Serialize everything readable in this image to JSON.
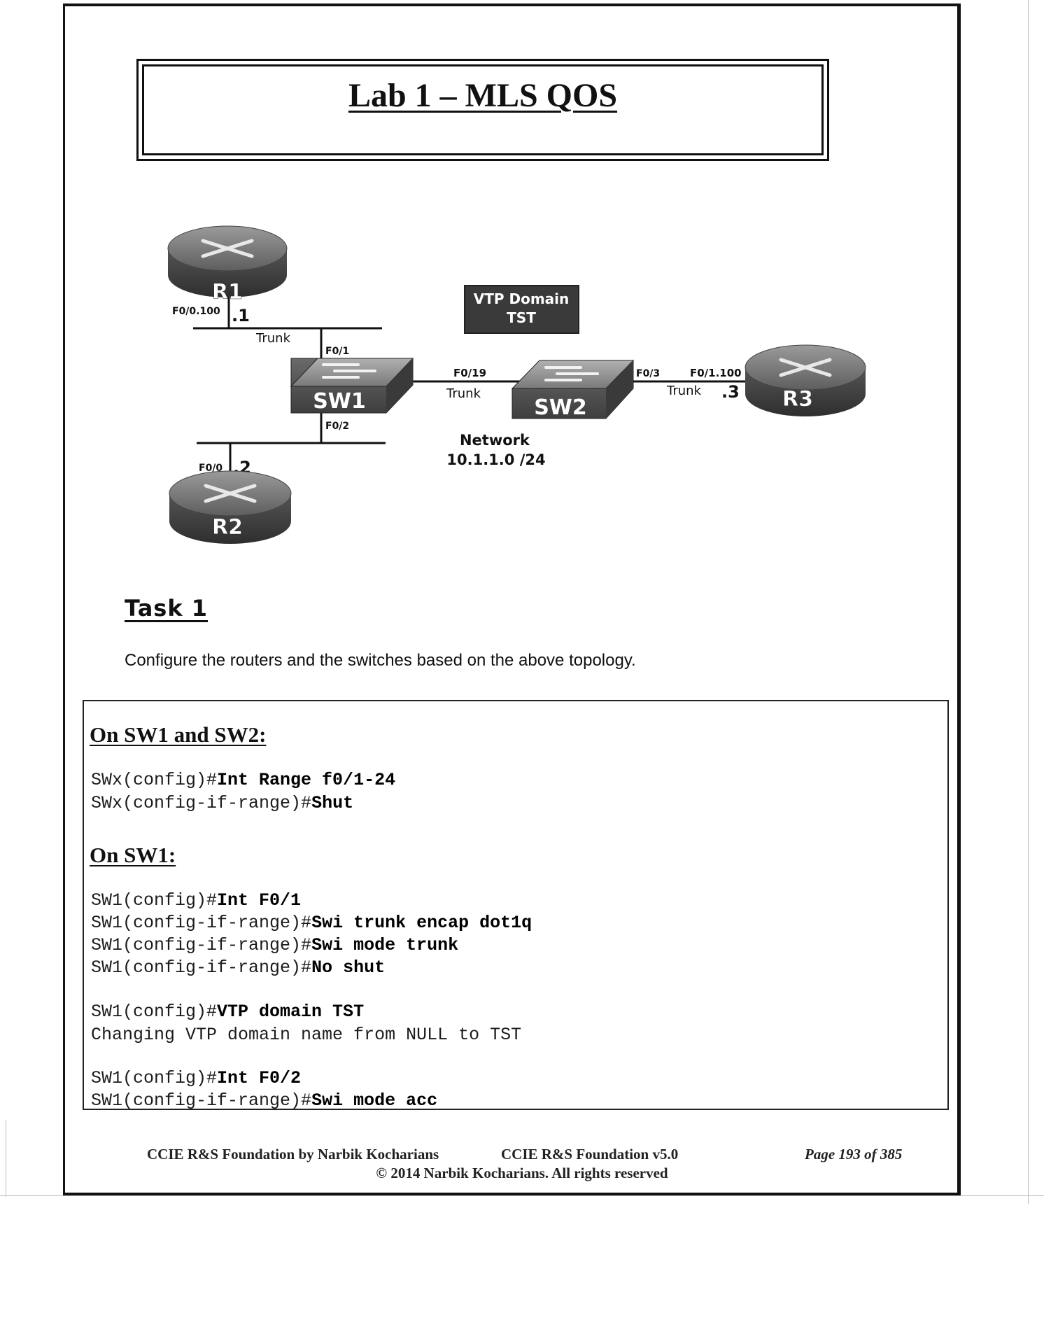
{
  "title": "Lab 1 – MLS QOS",
  "diagram": {
    "vtp_box_line1": "VTP Domain",
    "vtp_box_line2": "TST",
    "r1": {
      "name": "R1",
      "port": "F0/0.100",
      "ip": ".1"
    },
    "r2": {
      "name": "R2",
      "port": "F0/0",
      "ip": ".2"
    },
    "r3": {
      "name": "R3",
      "port": "F0/1.100",
      "ip": ".3"
    },
    "sw1": {
      "name": "SW1",
      "port_top": "F0/1",
      "port_bottom": "F0/2"
    },
    "sw2": {
      "name": "SW2",
      "port_left": "F0/19",
      "port_right": "F0/3"
    },
    "trunk_label": "Trunk",
    "network_line1": "Network",
    "network_line2": "10.1.1.0 /24"
  },
  "task": {
    "heading": "Task 1",
    "description": "Configure the routers and the switches based on the above topology."
  },
  "config": {
    "sections": [
      {
        "title": "On SW1 and SW2:",
        "lines": [
          {
            "prompt": "SWx(config)#",
            "cmd": "Int Range f0/1-24"
          },
          {
            "prompt": "SWx(config-if-range)#",
            "cmd": "Shut"
          }
        ]
      },
      {
        "title": "On SW1:",
        "lines": [
          {
            "prompt": "SW1(config)#",
            "cmd": "Int F0/1"
          },
          {
            "prompt": "SW1(config-if-range)#",
            "cmd": "Swi trunk encap dot1q"
          },
          {
            "prompt": "SW1(config-if-range)#",
            "cmd": "Swi mode trunk"
          },
          {
            "prompt": "SW1(config-if-range)#",
            "cmd": "No shut"
          },
          {
            "prompt": "SW1(config)#",
            "cmd": "VTP domain TST"
          },
          {
            "prompt": "Changing VTP domain name from NULL to TST",
            "cmd": ""
          },
          {
            "prompt": "SW1(config)#",
            "cmd": "Int F0/2"
          },
          {
            "prompt": "SW1(config-if-range)#",
            "cmd": "Swi mode acc"
          }
        ]
      }
    ]
  },
  "footer": {
    "left": "CCIE R&S Foundation by Narbik Kocharians",
    "middle": "CCIE R&S Foundation v5.0",
    "page": "Page 193 of 385",
    "copyright": "© 2014 Narbik Kocharians. All rights reserved"
  }
}
